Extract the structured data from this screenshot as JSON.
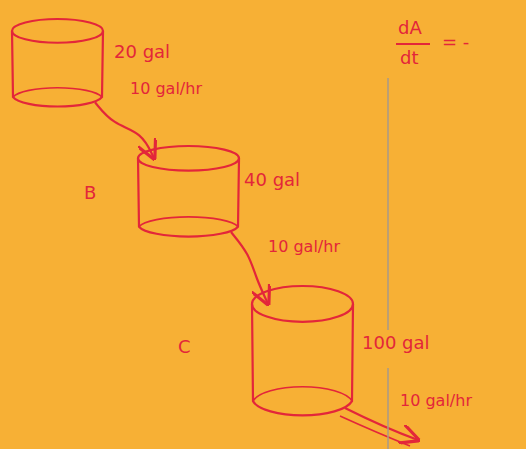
{
  "diagram": {
    "nodes": [
      {
        "text": [
          "20 gal"
        ]
      },
      {
        "text": [
          "B",
          "40 gal"
        ]
      },
      {
        "text": [
          "C",
          "100 gal"
        ]
      }
    ],
    "edges": [
      {
        "from": 0,
        "to": 1,
        "arrow": "to",
        "label": "10 gal/hr"
      },
      {
        "from": 1,
        "to": 2,
        "arrow": "to",
        "label": "10 gal/hr"
      }
    ],
    "labels": [
      "10 gal/hr",
      "dA",
      "dt",
      "= -"
    ]
  }
}
